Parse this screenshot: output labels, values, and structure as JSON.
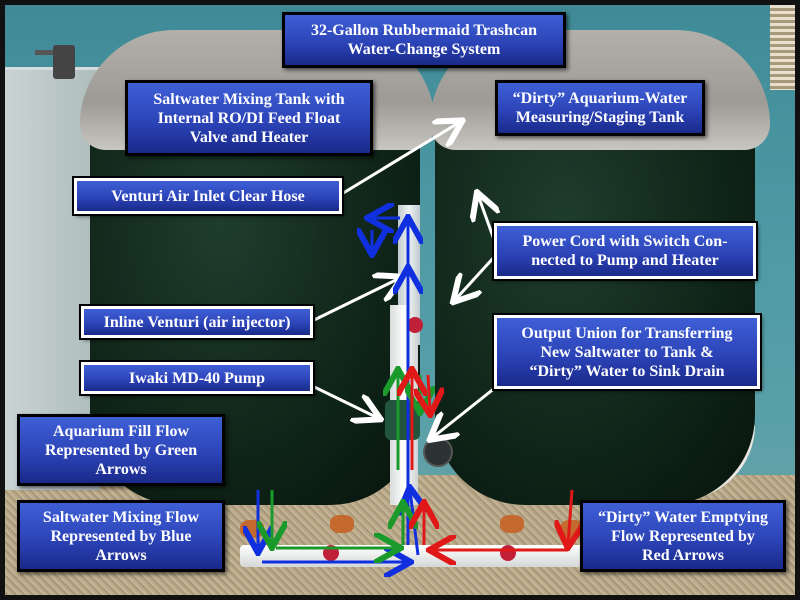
{
  "title": {
    "line1": "32-Gallon Rubbermaid Trashcan",
    "line2": "Water-Change System"
  },
  "labels": {
    "mixing_tank": [
      "Saltwater Mixing Tank with",
      "Internal RO/DI Feed Float",
      "Valve and Heater"
    ],
    "staging_tank": [
      "“Dirty” Aquarium-Water",
      "Measuring/Staging Tank"
    ],
    "venturi_hose": [
      "Venturi Air Inlet Clear Hose"
    ],
    "power_cord": [
      "Power Cord with Switch Con-",
      "nected to Pump and Heater"
    ],
    "inline_venturi": [
      "Inline Venturi (air injector)"
    ],
    "output_union": [
      "Output Union for Transferring",
      "New Saltwater to Tank &",
      "“Dirty” Water to Sink Drain"
    ],
    "pump": [
      "Iwaki MD-40 Pump"
    ],
    "green_legend": [
      "Aquarium Fill Flow",
      "Represented by Green",
      "Arrows"
    ],
    "blue_legend": [
      "Saltwater Mixing Flow",
      "Represented by Blue",
      "Arrows"
    ],
    "red_legend": [
      "“Dirty” Water Emptying",
      "Flow Represented by",
      "Red Arrows"
    ]
  },
  "flow_colors": {
    "green": "#1a9a2a",
    "blue": "#1030e0",
    "red": "#e01818",
    "leader": "#ffffff"
  }
}
